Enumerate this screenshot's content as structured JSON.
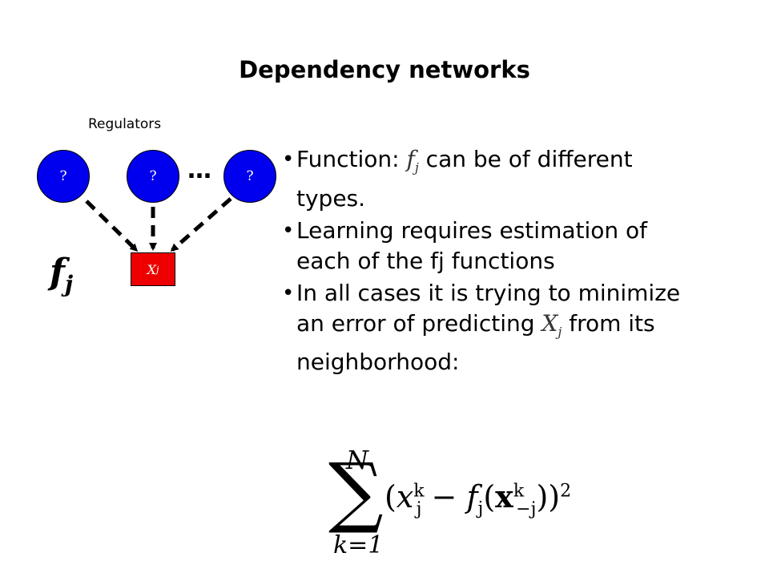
{
  "title": "Dependency networks",
  "diagram": {
    "regulators_label": "Regulators",
    "regulator_nodes": [
      "?",
      "?",
      "?"
    ],
    "ellipsis": "…",
    "target_node": {
      "base": "X",
      "sub": "j"
    },
    "function_label": {
      "base": "f",
      "sub": "j"
    },
    "node_color": "#0000ee",
    "target_color": "#ee0000"
  },
  "bullets": [
    {
      "pre": "Function: ",
      "math_base": "f",
      "math_sub": "j",
      "post": " can be of different types."
    },
    {
      "pre": "Learning requires estimation of each of the fj functions",
      "math_base": "",
      "math_sub": "",
      "post": ""
    },
    {
      "pre": "In all cases it is trying to minimize an error of predicting ",
      "math_base": "X",
      "math_sub": "j",
      "post": " from its neighborhood:"
    }
  ],
  "formula": {
    "upper": "N",
    "sigma": "∑",
    "lower": "k=1",
    "open": "(",
    "x": "x",
    "x_sup": "k",
    "x_sub": "j",
    "minus": " − ",
    "f": "f",
    "f_sub": "j",
    "bold_x": "x",
    "bold_x_sup": "k",
    "bold_x_sub": "−j",
    "close": "))",
    "power": "2"
  }
}
